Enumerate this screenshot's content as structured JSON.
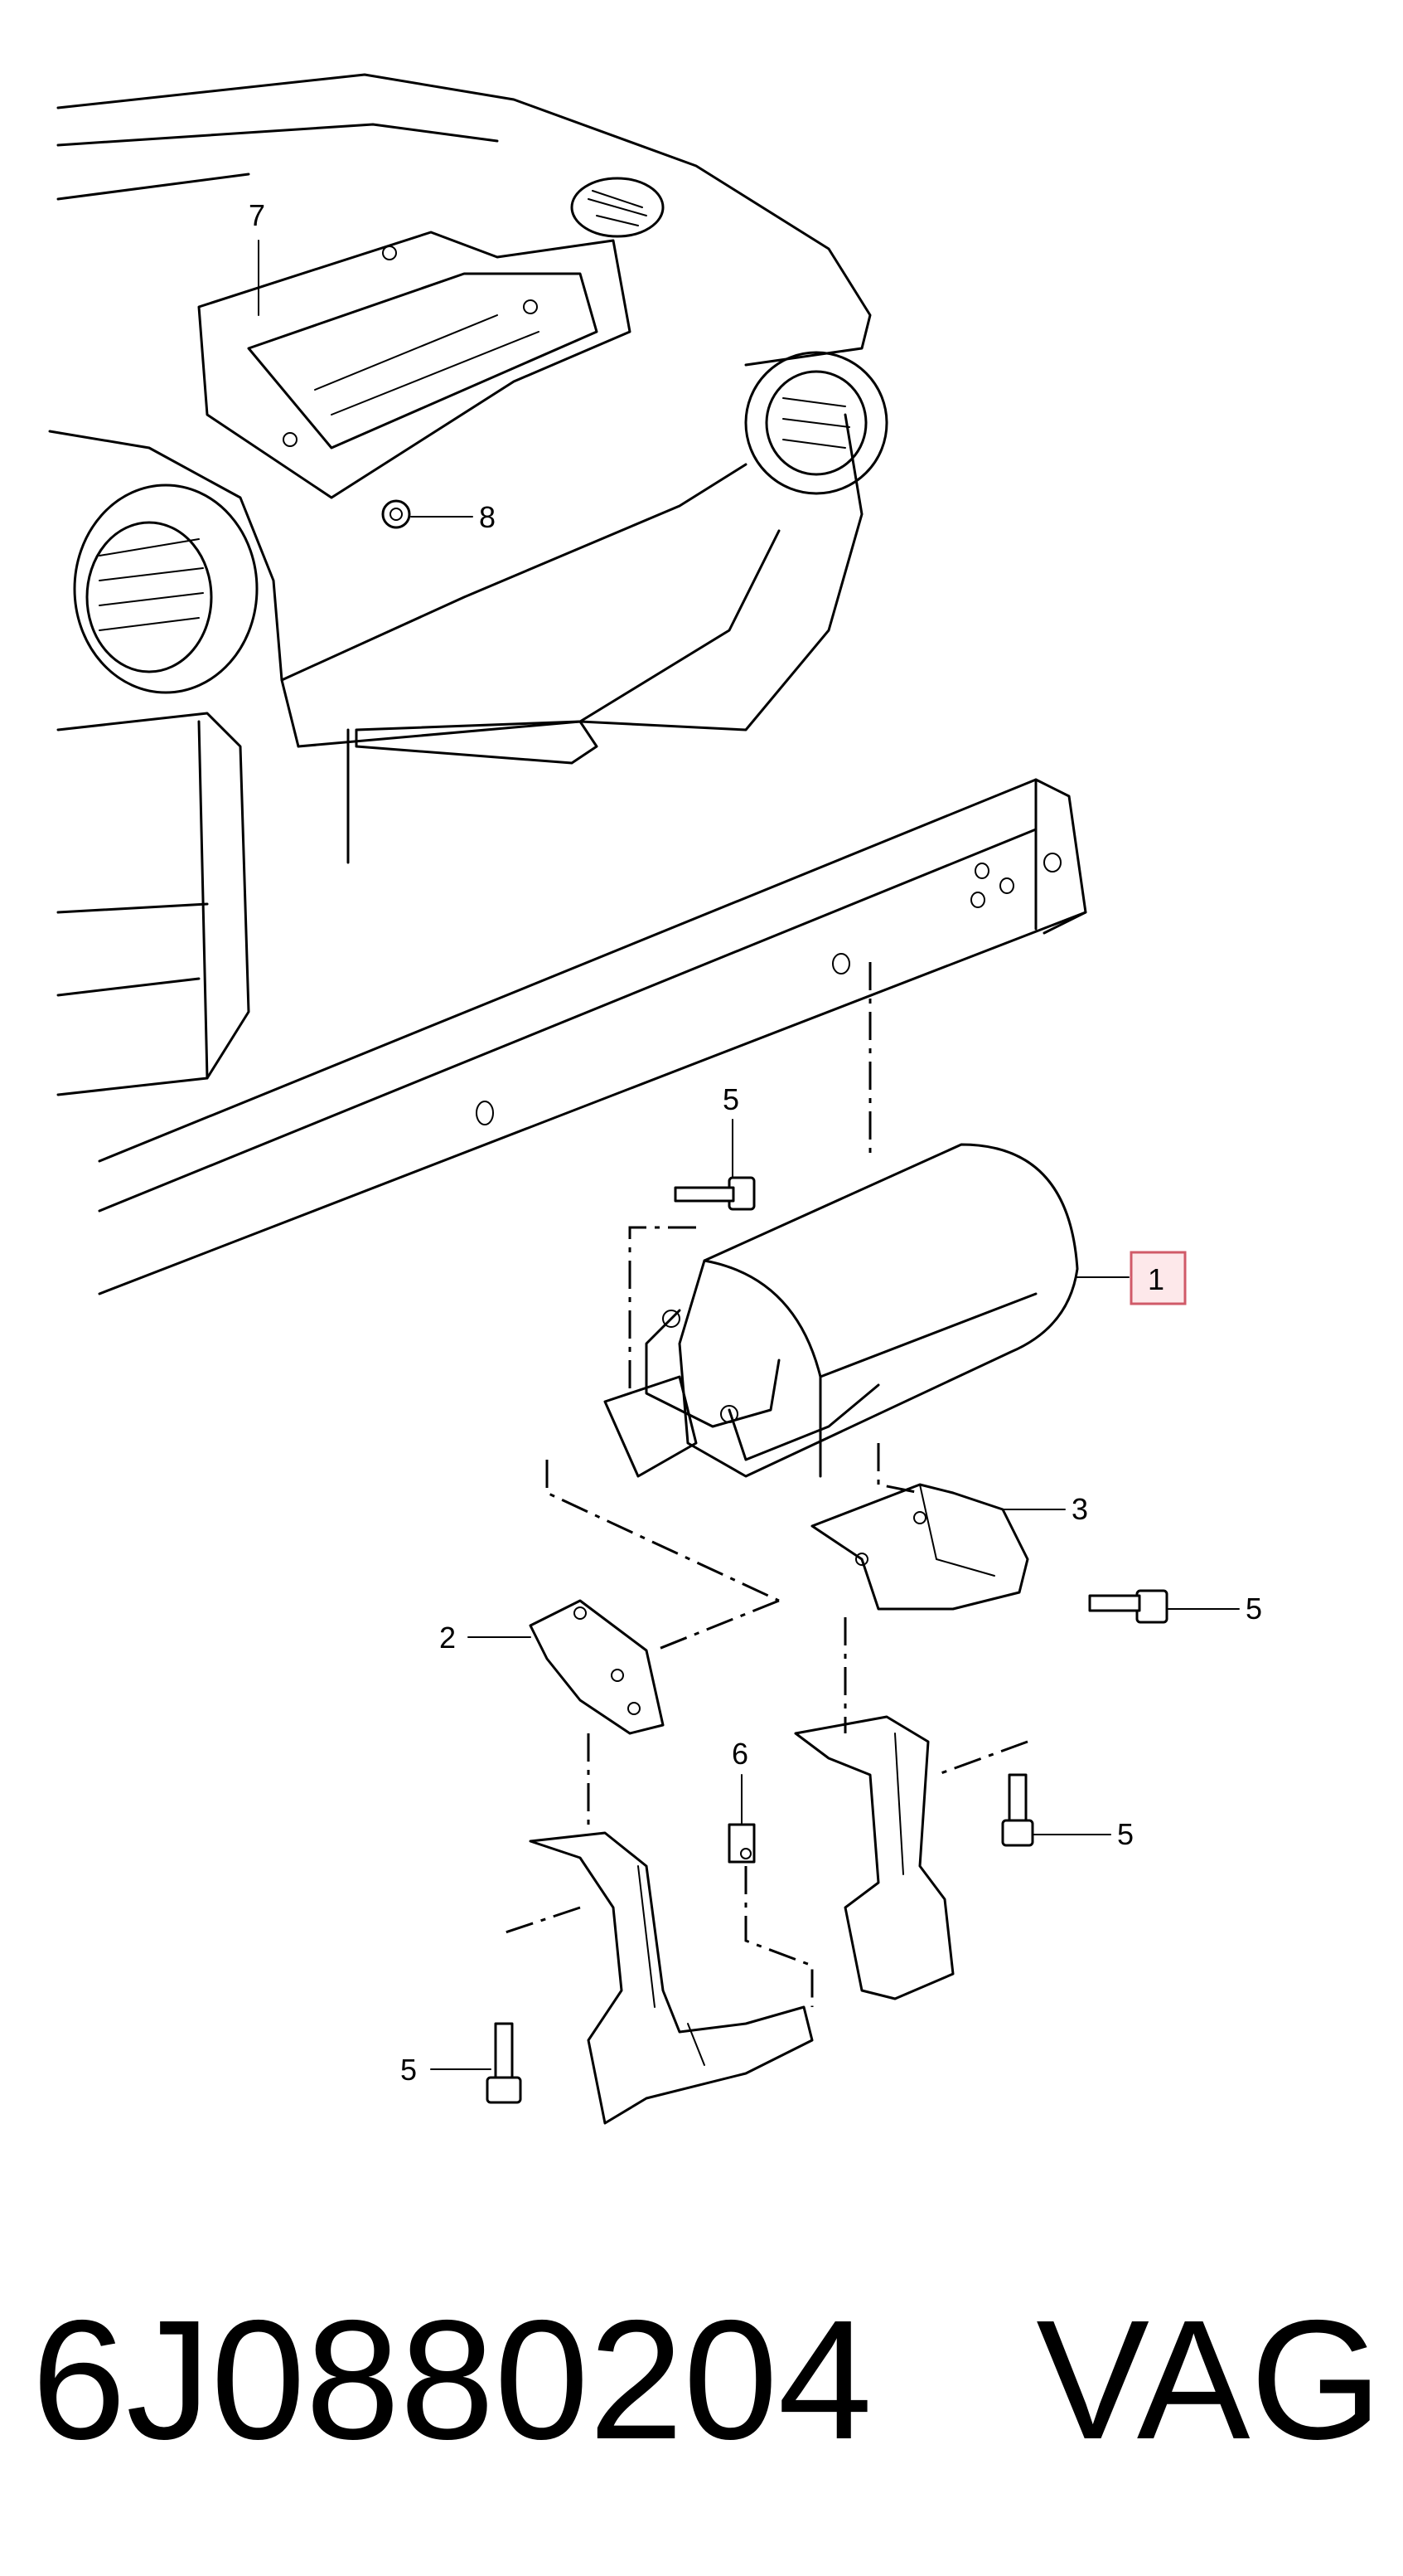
{
  "diagram": {
    "callouts": {
      "c1": "1",
      "c2": "2",
      "c3": "3",
      "c5a": "5",
      "c5b": "5",
      "c5c": "5",
      "c5d": "5",
      "c6": "6",
      "c7": "7",
      "c8": "8"
    },
    "highlight_color": "#d05a68"
  },
  "footer": {
    "part_number": "6J0880204",
    "brand": "VAG"
  }
}
